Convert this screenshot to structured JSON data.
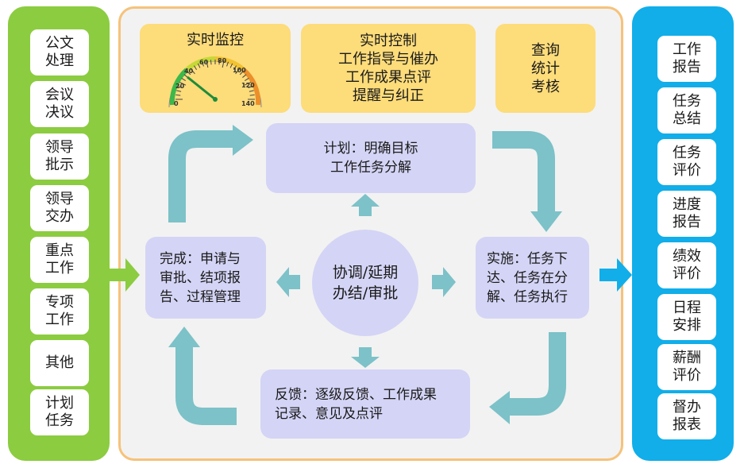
{
  "left_items": [
    "公文\n处理",
    "会议\n决议",
    "领导\n批示",
    "领导\n交办",
    "重点\n工作",
    "专项\n工作",
    "其他",
    "计划\n任务"
  ],
  "right_items": [
    "工作\n报告",
    "任务\n总结",
    "任务\n评价",
    "进度\n报告",
    "绩效\n评价",
    "日程\n安排",
    "薪酬\n评价",
    "督办\n报表"
  ],
  "top": {
    "monitor": "实时监控",
    "gauge_ticks": [
      "0",
      "20",
      "40",
      "60",
      "80",
      "100",
      "120",
      "140"
    ],
    "control": "实时控制\n工作指导与催办\n工作成果点评\n提醒与纠正",
    "query": "查询\n统计\n考核"
  },
  "cycle": {
    "plan": "计划：明确目标\n工作任务分解",
    "implement": "实施：任务下\n达、任务在分\n解、任务执行",
    "feedback": "反馈：逐级反馈、工作成果\n记录、意见及点评",
    "complete": "完成：申请与\n审批、结项报\n告、过程管理",
    "center": "协调/延期\n办结/审批"
  },
  "colors": {
    "left_panel": "#8ccc40",
    "right_panel": "#11aee9",
    "center_border": "#f6c27a",
    "yellow_box": "#fddc7a",
    "purple_box": "#d4d4f6",
    "teal_arrow": "#7cc2c8"
  }
}
